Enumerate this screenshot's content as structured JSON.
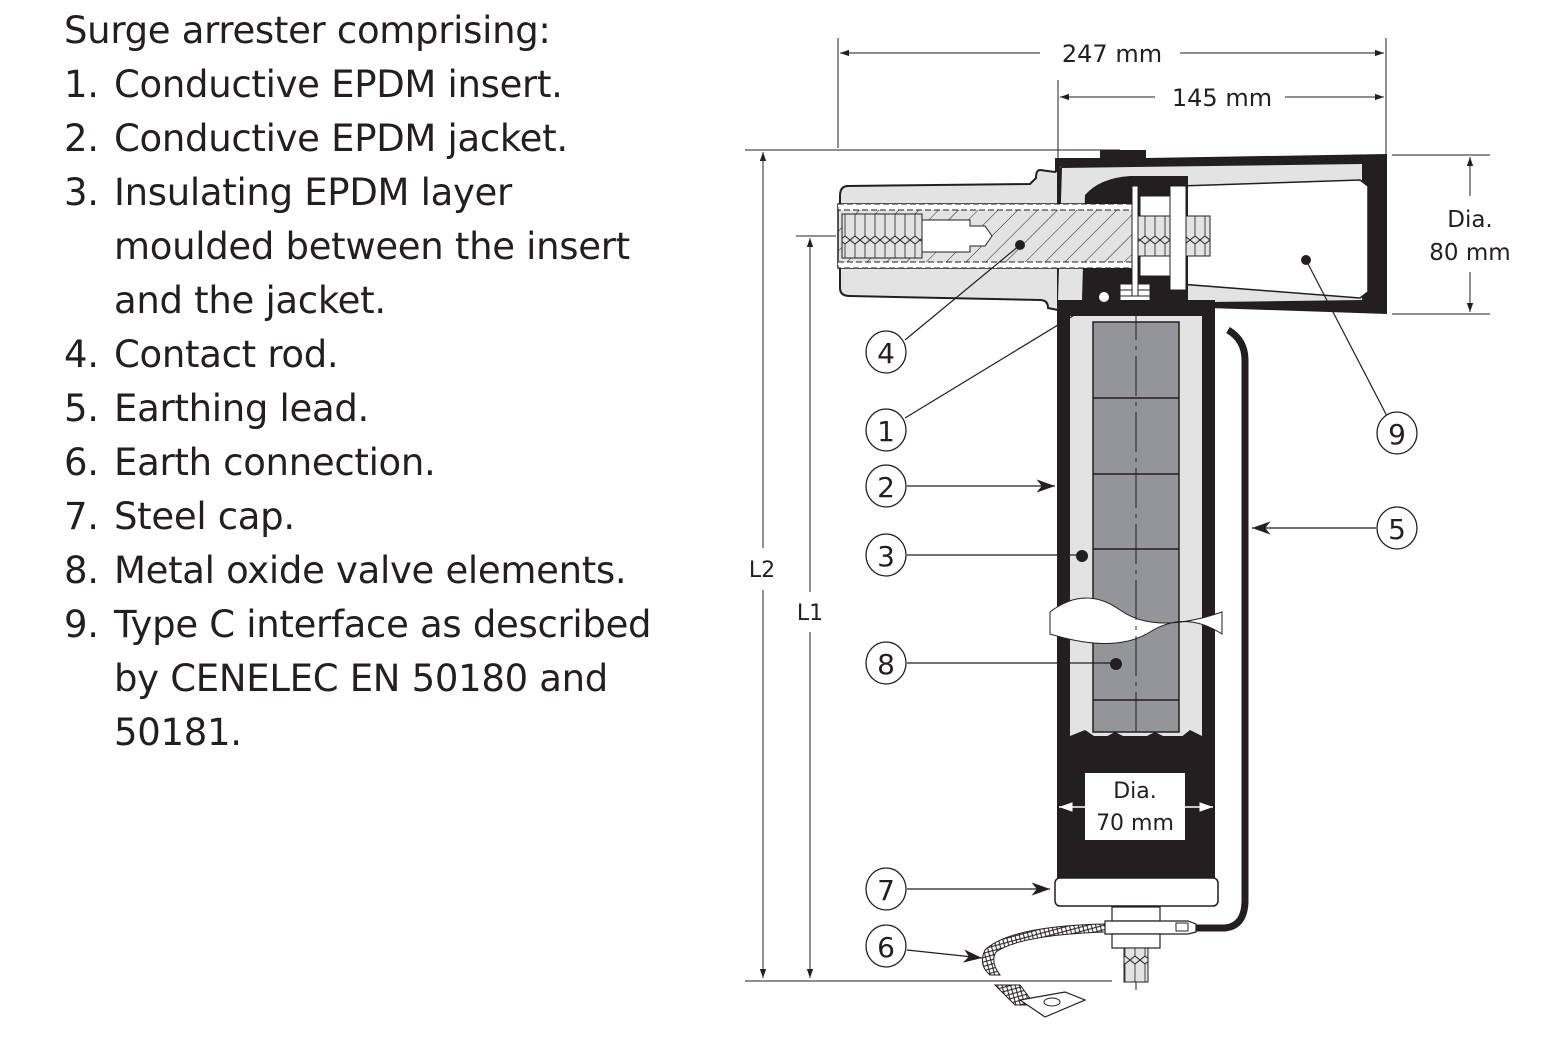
{
  "legend": {
    "title": "Surge arrester comprising:",
    "items": [
      {
        "num": "1.",
        "text": "Conductive EPDM insert."
      },
      {
        "num": "2.",
        "text": "Conductive EPDM jacket."
      },
      {
        "num": "3.",
        "text": "Insulating EPDM layer\nmoulded between the insert\nand the jacket."
      },
      {
        "num": "4.",
        "text": "Contact rod."
      },
      {
        "num": "5.",
        "text": "Earthing lead."
      },
      {
        "num": "6.",
        "text": "Earth connection."
      },
      {
        "num": "7.",
        "text": "Steel cap."
      },
      {
        "num": "8.",
        "text": "Metal oxide valve elements."
      },
      {
        "num": "9.",
        "text": "Type C interface as described\nby CENELEC EN 50180 and\n50181."
      }
    ]
  },
  "dimensions": {
    "overall_length": "247 mm",
    "interface_length": "145 mm",
    "head_dia_label": "Dia.",
    "head_dia_value": "80 mm",
    "body_dia_label": "Dia.",
    "body_dia_value": "70 mm",
    "l2": "L2",
    "l1": "L1"
  },
  "callouts": {
    "c1": "1",
    "c2": "2",
    "c3": "3",
    "c4": "4",
    "c5": "5",
    "c6": "6",
    "c7": "7",
    "c8": "8",
    "c9": "9"
  },
  "colors": {
    "ink": "#231f20",
    "light_fill": "#e3e3e3",
    "valve_fill": "#939598",
    "paper": "#ffffff"
  }
}
